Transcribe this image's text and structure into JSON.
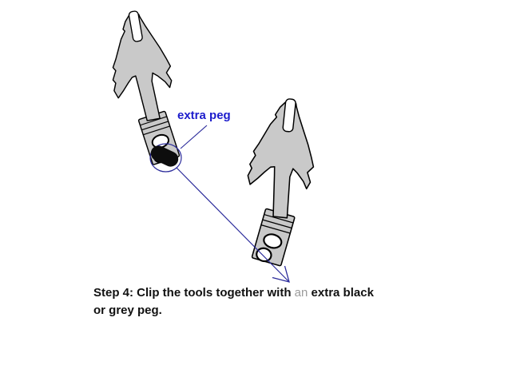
{
  "diagram": {
    "type": "craft-instruction-step",
    "tools": [
      {
        "name": "peg-tool-left",
        "description_visible_parts": "arrow-shaped grey tool with notched tip, grip ridges, one visible hole, black peg clipped at base"
      },
      {
        "name": "peg-tool-right",
        "description_visible_parts": "arrow-shaped grey tool with notched tip, grip ridges, two holes"
      }
    ]
  },
  "label": {
    "extra_peg": "extra peg"
  },
  "caption": {
    "line1_prefix": "Step 4: Clip the tools together with ",
    "line1_faded_word": "an",
    "line1_suffix": " extra black",
    "line2": "or grey peg."
  },
  "colors": {
    "background": "#ffffff",
    "tool_fill": "#c9c9c9",
    "tool_outline": "#000000",
    "peg_black": "#0d0d0d",
    "annotation_navy": "#2b2b9b",
    "label_blue": "#1c1ccc",
    "caption_black": "#111111",
    "faded_word_grey": "#9b9b9b"
  }
}
